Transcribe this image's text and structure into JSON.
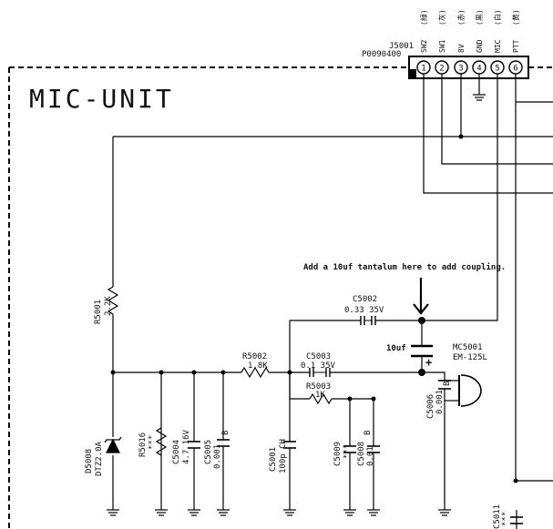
{
  "title": "MIC-UNIT",
  "connector": {
    "ref": "J5001",
    "part": "P0090400",
    "pins": [
      {
        "num": "1",
        "name": "SW2",
        "color": "(緑)"
      },
      {
        "num": "2",
        "name": "SW1",
        "color": "(灰)"
      },
      {
        "num": "3",
        "name": "8V",
        "color": "(赤)"
      },
      {
        "num": "4",
        "name": "GND",
        "color": "(黒)"
      },
      {
        "num": "5",
        "name": "MIC",
        "color": "(白)"
      },
      {
        "num": "6",
        "name": "PTT",
        "color": "(黄)"
      }
    ]
  },
  "annotation": {
    "text": "Add a 10uf tantalum here to add coupling.",
    "cap_value": "10uf",
    "polarity": "+"
  },
  "components": {
    "r5001": {
      "ref": "R5001",
      "value": "2.2K"
    },
    "c5002": {
      "ref": "C5002",
      "value": "0.33 35V"
    },
    "r5002": {
      "ref": "R5002",
      "value": "1.8K"
    },
    "c5003": {
      "ref": "C5003",
      "value": "0.1 35V"
    },
    "r5003": {
      "ref": "R5003",
      "value": "1K"
    },
    "mc5001": {
      "ref": "MC5001",
      "value": "EM-125L"
    },
    "c5006": {
      "ref": "C5006",
      "value": "0.001",
      "suffix": "B"
    },
    "d5008": {
      "ref": "D5008",
      "value": "DTZ2.0A"
    },
    "r5016": {
      "ref": "R5016",
      "value": "***"
    },
    "c5004": {
      "ref": "C5004",
      "value": "4.7 16V"
    },
    "c5005": {
      "ref": "C5005",
      "value": "0.001",
      "suffix": "B"
    },
    "c5001": {
      "ref": "C5001",
      "value": "100p CH"
    },
    "c5009": {
      "ref": "C5009",
      "value": "***"
    },
    "c5008": {
      "ref": "C5008",
      "value": "0.01",
      "suffix": "B"
    },
    "c5011": {
      "ref": "C5011",
      "value": "***"
    }
  }
}
